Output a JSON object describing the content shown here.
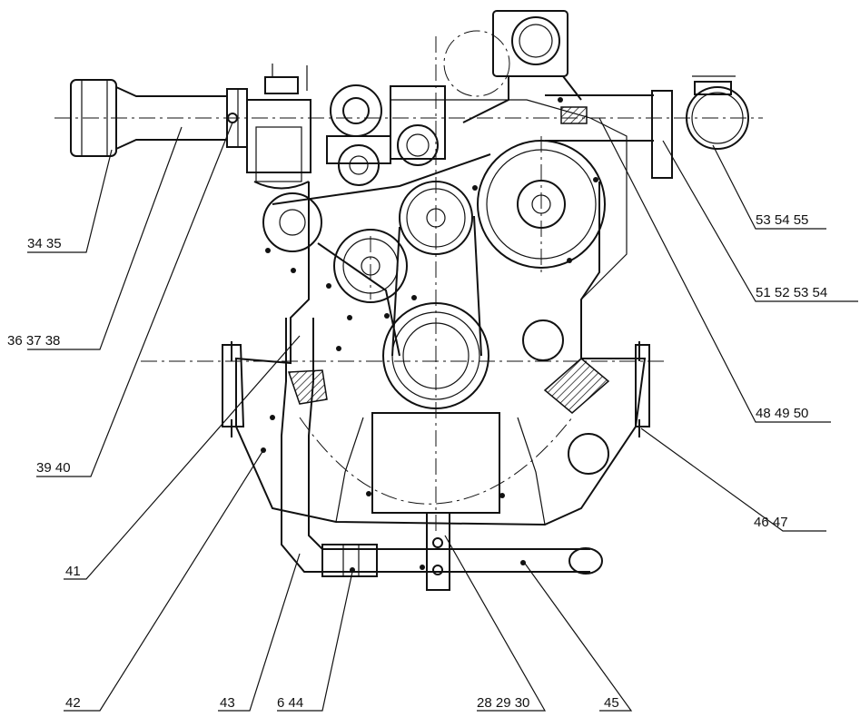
{
  "callouts": [
    {
      "id": "c34",
      "text": "34 35"
    },
    {
      "id": "c36",
      "text": "36 37 38"
    },
    {
      "id": "c39",
      "text": "39 40"
    },
    {
      "id": "c41",
      "text": "41"
    },
    {
      "id": "c42",
      "text": "42"
    },
    {
      "id": "c43",
      "text": "43"
    },
    {
      "id": "c6",
      "text": "6 44"
    },
    {
      "id": "c28",
      "text": "28 29 30"
    },
    {
      "id": "c45",
      "text": "45"
    },
    {
      "id": "c46",
      "text": "46 47"
    },
    {
      "id": "c48",
      "text": "48 49 50"
    },
    {
      "id": "c51",
      "text": "51 52 53 54"
    },
    {
      "id": "c53",
      "text": "53 54 55"
    }
  ]
}
